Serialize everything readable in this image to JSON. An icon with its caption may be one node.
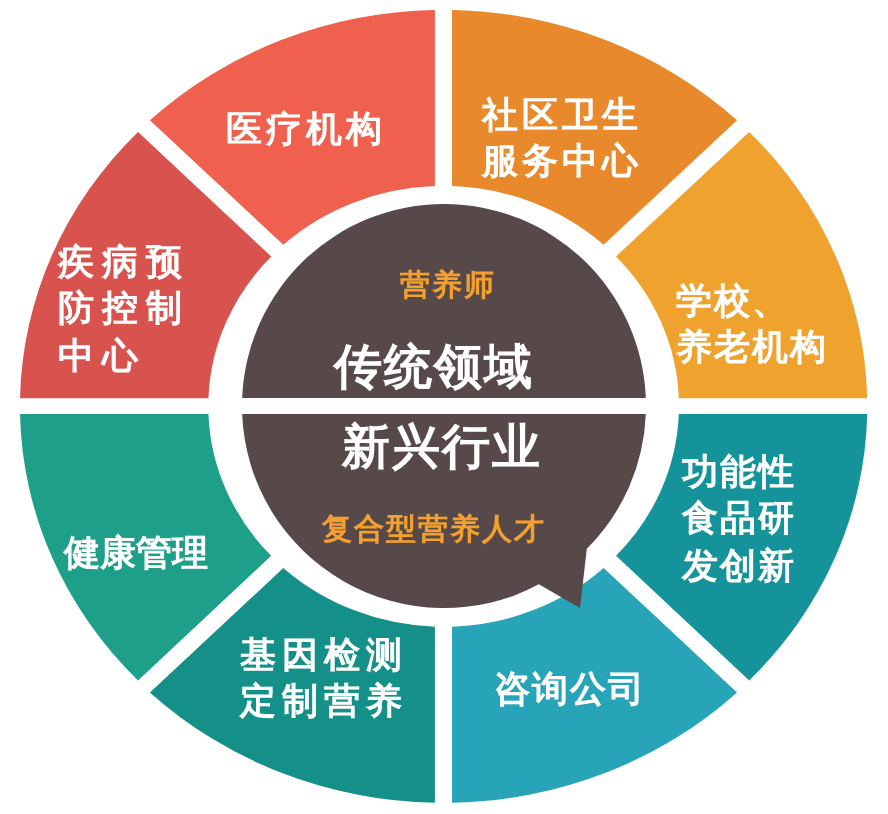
{
  "diagram": {
    "nodes": [
      {
        "text": [
          "医疗机构"
        ]
      },
      {
        "text": [
          "社区卫生服务中心"
        ]
      },
      {
        "text": [
          "疾病预防控制中心"
        ]
      },
      {
        "text": [
          "学校、养老机构"
        ]
      },
      {
        "text": [
          "健康管理"
        ]
      },
      {
        "text": [
          "功能性食品研发创新"
        ]
      },
      {
        "text": [
          "基因检测定制营养"
        ]
      },
      {
        "text": [
          "咨询公司"
        ]
      },
      {
        "text": [
          "营养师",
          "传统领域"
        ]
      },
      {
        "text": [
          "新兴行业",
          "复合型营养人才"
        ]
      }
    ]
  }
}
